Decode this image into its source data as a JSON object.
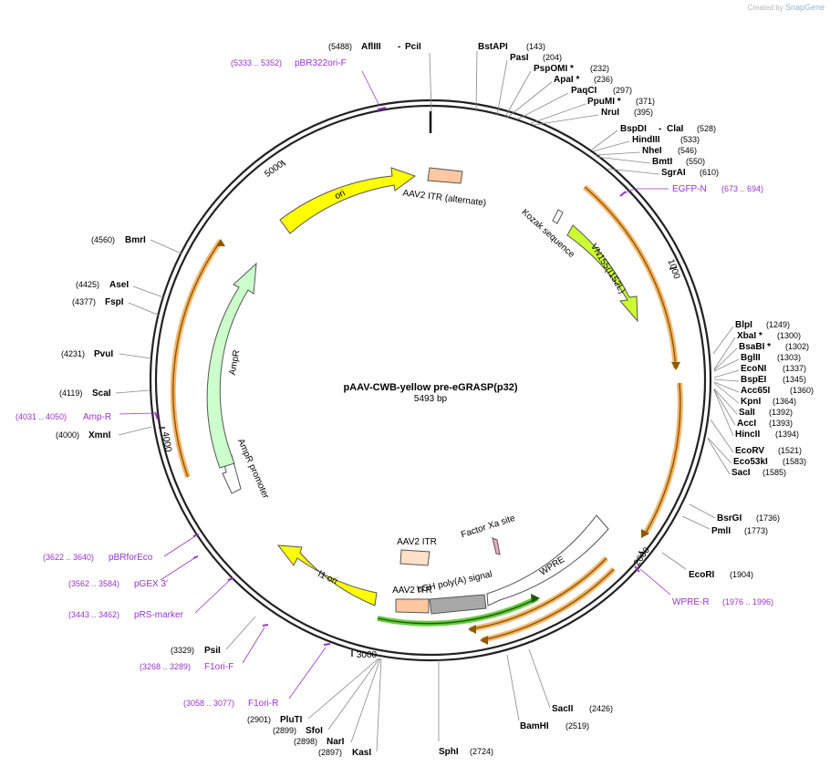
{
  "credit": {
    "prefix": "Created by",
    "brand": "SnapGene"
  },
  "plasmid": {
    "name": "pAAV-CWB-yellow pre-eGRASP(p32)",
    "length": 5493,
    "length_label": "5493 bp"
  },
  "ticks": [
    "1000",
    "2000",
    "3000",
    "4000",
    "5000"
  ],
  "sites": [
    {
      "name": "AflIII",
      "name2": "PciI",
      "pos": "(5488)",
      "bp": 5488,
      "side": "left"
    },
    {
      "name": "BstAPI",
      "pos": "(143)",
      "bp": 143,
      "side": "right"
    },
    {
      "name": "PasI",
      "pos": "(204)",
      "bp": 204,
      "side": "right"
    },
    {
      "name": "PspOMI *",
      "pos": "(232)",
      "bp": 232,
      "side": "right"
    },
    {
      "name": "ApaI *",
      "pos": "(236)",
      "bp": 236,
      "side": "right"
    },
    {
      "name": "PaqCI",
      "pos": "(297)",
      "bp": 297,
      "side": "right"
    },
    {
      "name": "PpuMI *",
      "pos": "(371)",
      "bp": 371,
      "side": "right"
    },
    {
      "name": "NruI",
      "pos": "(395)",
      "bp": 395,
      "side": "right"
    },
    {
      "name": "BspDI",
      "name2": "ClaI",
      "pos": "(528)",
      "bp": 528,
      "side": "right"
    },
    {
      "name": "HindIII",
      "pos": "(533)",
      "bp": 533,
      "side": "right"
    },
    {
      "name": "NheI",
      "pos": "(546)",
      "bp": 546,
      "side": "right"
    },
    {
      "name": "BmtI",
      "pos": "(550)",
      "bp": 550,
      "side": "right"
    },
    {
      "name": "SgrAI",
      "pos": "(610)",
      "bp": 610,
      "side": "right"
    },
    {
      "name": "BlpI",
      "pos": "(1249)",
      "bp": 1249,
      "side": "right"
    },
    {
      "name": "XbaI *",
      "pos": "(1300)",
      "bp": 1300,
      "side": "right"
    },
    {
      "name": "BsaBI *",
      "pos": "(1302)",
      "bp": 1302,
      "side": "right"
    },
    {
      "name": "BglII",
      "pos": "(1303)",
      "bp": 1303,
      "side": "right"
    },
    {
      "name": "EcoNI",
      "pos": "(1337)",
      "bp": 1337,
      "side": "right"
    },
    {
      "name": "BspEI",
      "pos": "(1345)",
      "bp": 1345,
      "side": "right"
    },
    {
      "name": "Acc65I",
      "pos": "(1360)",
      "bp": 1360,
      "side": "right"
    },
    {
      "name": "KpnI",
      "pos": "(1364)",
      "bp": 1364,
      "side": "right"
    },
    {
      "name": "SalI",
      "pos": "(1392)",
      "bp": 1392,
      "side": "right"
    },
    {
      "name": "AccI",
      "pos": "(1393)",
      "bp": 1393,
      "side": "right"
    },
    {
      "name": "HincII",
      "pos": "(1394)",
      "bp": 1394,
      "side": "right"
    },
    {
      "name": "EcoRV",
      "pos": "(1521)",
      "bp": 1521,
      "side": "right"
    },
    {
      "name": "Eco53kI",
      "pos": "(1583)",
      "bp": 1583,
      "side": "right"
    },
    {
      "name": "SacI",
      "pos": "(1585)",
      "bp": 1585,
      "side": "right"
    },
    {
      "name": "BsrGI",
      "pos": "(1736)",
      "bp": 1736,
      "side": "right"
    },
    {
      "name": "PmlI",
      "pos": "(1773)",
      "bp": 1773,
      "side": "right"
    },
    {
      "name": "EcoRI",
      "pos": "(1904)",
      "bp": 1904,
      "side": "right"
    },
    {
      "name": "SacII",
      "pos": "(2426)",
      "bp": 2426,
      "side": "right"
    },
    {
      "name": "BamHI",
      "pos": "(2519)",
      "bp": 2519,
      "side": "right"
    },
    {
      "name": "SphI",
      "pos": "(2724)",
      "bp": 2724,
      "side": "right"
    },
    {
      "name": "KasI",
      "pos": "(2897)",
      "bp": 2897,
      "side": "left"
    },
    {
      "name": "NarI",
      "pos": "(2898)",
      "bp": 2898,
      "side": "left"
    },
    {
      "name": "SfoI",
      "pos": "(2899)",
      "bp": 2899,
      "side": "left"
    },
    {
      "name": "PluTI",
      "pos": "(2901)",
      "bp": 2901,
      "side": "left"
    },
    {
      "name": "PsiI",
      "pos": "(3329)",
      "bp": 3329,
      "side": "left"
    },
    {
      "name": "XmnI",
      "pos": "(4000)",
      "bp": 4000,
      "side": "left"
    },
    {
      "name": "ScaI",
      "pos": "(4119)",
      "bp": 4119,
      "side": "left"
    },
    {
      "name": "PvuI",
      "pos": "(4231)",
      "bp": 4231,
      "side": "left"
    },
    {
      "name": "FspI",
      "pos": "(4377)",
      "bp": 4377,
      "side": "left"
    },
    {
      "name": "AseI",
      "pos": "(4425)",
      "bp": 4425,
      "side": "left"
    },
    {
      "name": "BmrI",
      "pos": "(4560)",
      "bp": 4560,
      "side": "left"
    }
  ],
  "primers": [
    {
      "name": "pBR322ori-F",
      "range": "(5333 .. 5352)",
      "side": "left"
    },
    {
      "name": "EGFP-N",
      "range": "(673 .. 694)",
      "side": "right"
    },
    {
      "name": "WPRE-R",
      "range": "(1976 .. 1996)",
      "side": "right"
    },
    {
      "name": "pBRforEco",
      "range": "(3622 .. 3640)",
      "side": "left"
    },
    {
      "name": "pGEX 3'",
      "range": "(3562 .. 3584)",
      "side": "left"
    },
    {
      "name": "pRS-marker",
      "range": "(3443 .. 3462)",
      "side": "left"
    },
    {
      "name": "F1ori-F",
      "range": "(3268 .. 3289)",
      "side": "left"
    },
    {
      "name": "F1ori-R",
      "range": "(3058 .. 3077)",
      "side": "left"
    },
    {
      "name": "Amp-R",
      "range": "(4031 .. 4050)",
      "side": "left"
    }
  ],
  "features": [
    {
      "name": "AAV2 ITR (alternate)",
      "color": "#ffc8a0"
    },
    {
      "name": "Kozak sequence",
      "color": "#ffffff"
    },
    {
      "name": "VN155(I152L)",
      "color": "#ccff33"
    },
    {
      "name": "WPRE",
      "color": "#ffffff"
    },
    {
      "name": "Factor Xa site",
      "color": "#e8b0c0"
    },
    {
      "name": "bGH poly(A) signal",
      "color": "#a8a8a8"
    },
    {
      "name": "AAV2 ITR",
      "color": "#ffc8a0"
    },
    {
      "name": "AAV2 ITR",
      "color": "#ffe0c8"
    },
    {
      "name": "f1 ori",
      "color": "#ffff00"
    },
    {
      "name": "AmpR promoter",
      "color": "#ffffff"
    },
    {
      "name": "AmpR",
      "color": "#ccffcc"
    },
    {
      "name": "ori",
      "color": "#ffff00"
    }
  ],
  "colors": {
    "primer": "#9933cc",
    "orf": "#f5b56a",
    "orf_line": "#8a5a00",
    "backbone": "#222222",
    "green_orf": "#66cc44"
  }
}
